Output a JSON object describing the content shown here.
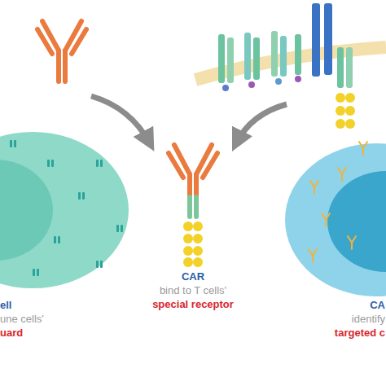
{
  "diagram": {
    "nodes": [
      {
        "text": [
          "ell",
          "une cells'",
          "uard"
        ]
      },
      {
        "text": [
          "CAR",
          "bind to T cells'",
          "special receptor"
        ]
      },
      {
        "text": [
          "CA",
          "identify",
          "targeted c"
        ]
      }
    ]
  }
}
